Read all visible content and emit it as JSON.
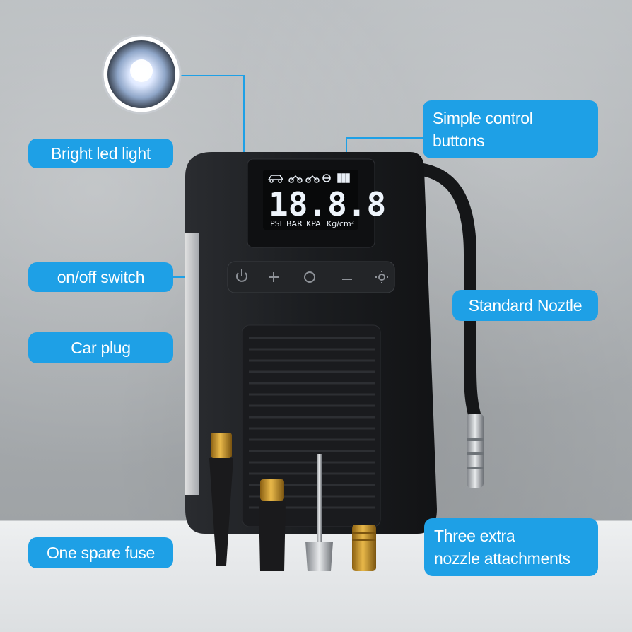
{
  "labels": {
    "bright_led_light": "Bright led light",
    "on_off_switch": "on/off switch",
    "car_plug": "Car plug",
    "one_spare_fuse": "One spare fuse",
    "simple_control_buttons": [
      "Simple control",
      "buttons"
    ],
    "standard_nozzle": "Standard Noztle",
    "three_extra_nozzle": [
      "Three extra",
      "nozzle attachments"
    ]
  },
  "display": {
    "digits": "18.8.8",
    "units": [
      "PSI",
      "BAR",
      "KPA",
      "Kg/cm²"
    ]
  },
  "icons": [
    "led-light-icon",
    "power-icon",
    "plus-icon",
    "circle-icon",
    "minus-icon",
    "sun-icon",
    "car-icon",
    "motorcycle-icon",
    "bicycle-icon",
    "ball-icon",
    "battery-icon"
  ],
  "colors": {
    "label_bg": "#1ea0e6",
    "label_text": "#ffffff",
    "device_body": "#1d1f22",
    "connector_line": "#1ea0e6"
  }
}
